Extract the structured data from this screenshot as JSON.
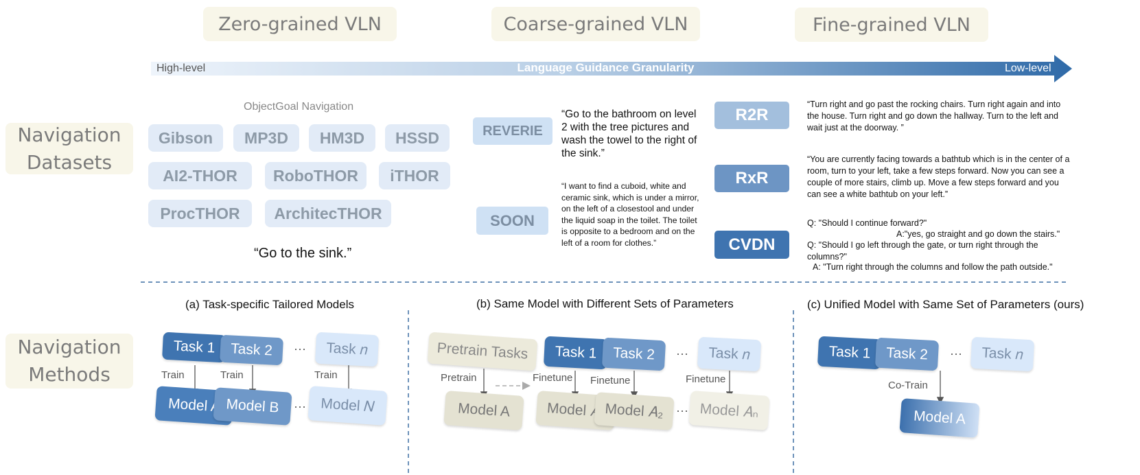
{
  "categories": [
    "Zero-grained VLN",
    "Coarse-grained VLN",
    "Fine-grained VLN"
  ],
  "granularity_arrow": {
    "left": "High-level",
    "title": "Language Guidance Granularity",
    "right": "Low-level"
  },
  "sides": {
    "datasets": [
      "Navigation",
      "Datasets"
    ],
    "methods": [
      "Navigation",
      "Methods"
    ]
  },
  "zero_grained": {
    "header": "ObjectGoal Navigation",
    "datasets": [
      "Gibson",
      "MP3D",
      "HM3D",
      "HSSD",
      "AI2-THOR",
      "RoboTHOR",
      "iTHOR",
      "ProcTHOR",
      "ArchitecTHOR"
    ],
    "example": "“Go to the sink.”"
  },
  "coarse_grained": {
    "reverie": {
      "name": "REVERIE",
      "text": "“Go to the bathroom on level 2 with the tree pictures and wash the towel to the right of the sink.”"
    },
    "soon": {
      "name": "SOON",
      "text": "“I want to find a cuboid, white and ceramic sink, which is under a mirror, on the left of a closestool and under the liquid soap in the toilet. The toilet is opposite to a bedroom and on the left of a room for clothes.”"
    }
  },
  "fine_grained": {
    "r2r": {
      "name": "R2R",
      "text": "“Turn right and go past the rocking chairs. Turn right again and into the house. Turn right and go down the hallway. Turn to the left and wait just at the doorway. ”"
    },
    "rxr": {
      "name": "RxR",
      "text": "“You are currently facing towards a bathtub which is in the center of a room, turn to your left, take a few steps forward. Now you can see a couple of more stairs, climb up. Move a few steps forward and you can see a white bathtub on your left.”"
    },
    "cvdn": {
      "name": "CVDN",
      "lines": [
        "Q: \"Should I continue forward?\"",
        "A:\"yes, go straight and go down the stairs.\"",
        "Q: \"Should I go left through the gate, or turn right through the columns?\"",
        "A: \"Turn right through the columns and follow the path outside.\""
      ]
    }
  },
  "methods": {
    "a": {
      "header": "(a) Task-specific Tailored Models",
      "task1": "Task 1",
      "task2": "Task 2",
      "taskn": "Task 𝑛",
      "dots": "···",
      "train": "Train",
      "modelA": "Model A",
      "modelB": "Model B",
      "modelN": "Model 𝑁"
    },
    "b": {
      "header": "(b) Same Model with Different Sets of Parameters",
      "pretrain_tasks": "Pretrain Tasks",
      "pretrain": "Pretrain",
      "task1": "Task 1",
      "task2": "Task 2",
      "taskn": "Task 𝑛",
      "dots": "···",
      "finetune": "Finetune",
      "modelA": "Model A",
      "modelA1": "Model 𝐴₁",
      "modelA2": "Model 𝐴₂",
      "modelAn": "Model 𝐴ₙ"
    },
    "c": {
      "header": "(c) Unified Model with Same Set of Parameters (ours)",
      "task1": "Task 1",
      "task2": "Task 2",
      "taskn": "Task 𝑛",
      "dots": "···",
      "cotrain": "Co-Train",
      "modelA": "Model A"
    }
  },
  "colors": {
    "category_bg": "#f8f6e9",
    "dataset_bg": "#e2ebf7",
    "arrow_start": "#eaf2fb",
    "arrow_end": "#2f6aa8",
    "divider": "#3d6fa3"
  }
}
